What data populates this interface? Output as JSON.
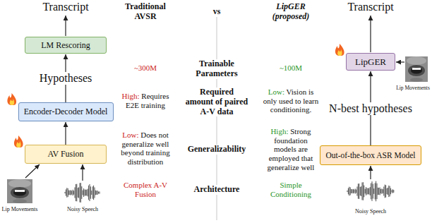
{
  "diagram": {
    "nodes": [
      {
        "text": [
          "LM Rescoring"
        ]
      },
      {
        "text": [
          "Encoder-Decoder Model"
        ]
      },
      {
        "text": [
          "AV Fusion"
        ]
      },
      {
        "text": [
          "LipGER"
        ]
      },
      {
        "text": [
          "Out-of-the-box ASR Model"
        ]
      }
    ],
    "edges": [
      {
        "from": 2,
        "to": 1,
        "arrow": "to"
      },
      {
        "from": 1,
        "to": 0,
        "label": "Hypotheses",
        "arrow": "to"
      },
      {
        "from": 4,
        "to": 3,
        "label": "N-best hypotheses",
        "arrow": "to"
      }
    ],
    "labels": [
      "Transcript",
      "Traditional AVSR",
      "vs",
      "LipGER (proposed)",
      "Transcript",
      "~300M",
      "Trainable Parameters",
      "~100M",
      "High: Requires E2E training",
      "Required amount of paired A-V data",
      "Low: Vision is only used to learn conditioning.",
      "Low: Does not generalize well beyond training distribution",
      "Generalizability",
      "High: Strong foundation models are employed that generalize well",
      "Complex A-V Fusion",
      "Architecture",
      "Simple Conditioning",
      "Lip Movements",
      "Noisy Speech",
      "Lip Movements",
      "Noisy Speech"
    ]
  }
}
